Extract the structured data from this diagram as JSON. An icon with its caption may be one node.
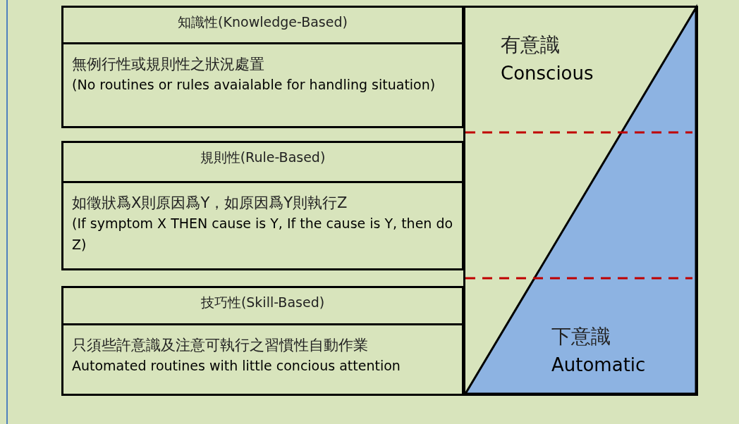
{
  "diagram": {
    "nodes": [
      {
        "text": [
          "知識性(Knowledge-Based)",
          "無例行性或規則性之狀況處置",
          "(No routines or rules avaialable for handling situation)"
        ]
      },
      {
        "text": [
          "規則性(Rule-Based)",
          "如徵狀爲X則原因爲Y，如原因爲Y則執行Z",
          "(If symptom X THEN cause  is Y, If the cause is Y, then do Z)"
        ]
      },
      {
        "text": [
          "技巧性(Skill-Based)",
          "只須些許意識及注意可執行之習慣性自動作業",
          "Automated routines with little concious attention"
        ]
      },
      {
        "text": [
          "有意識",
          "Conscious"
        ]
      },
      {
        "text": [
          "下意識",
          "Automatic"
        ],
        "in": 3
      }
    ]
  }
}
